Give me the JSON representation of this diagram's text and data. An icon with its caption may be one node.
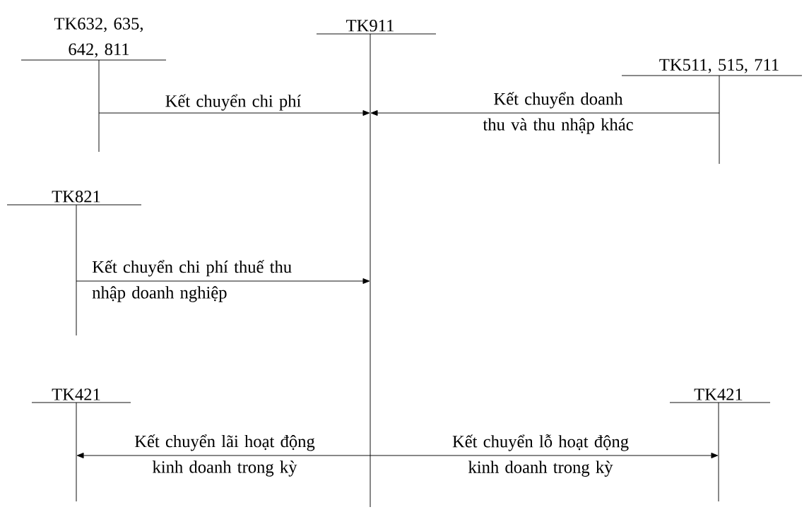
{
  "diagram": {
    "nodes": [
      {
        "text": [
          "TK632, 635, 642, 811"
        ]
      },
      {
        "text": [
          "TK911"
        ]
      },
      {
        "text": [
          "TK511, 515, 711"
        ]
      },
      {
        "text": [
          "TK821"
        ]
      },
      {
        "text": [
          "TK421"
        ]
      },
      {
        "text": [
          "TK421"
        ]
      }
    ],
    "edges": [
      {
        "from": 0,
        "to": 1,
        "arrow": "to",
        "label": "Kết chuyển chi phí"
      },
      {
        "from": 2,
        "to": 1,
        "arrow": "to",
        "label": "Kết chuyển doanh thu và thu nhập khác"
      },
      {
        "from": 3,
        "to": 1,
        "arrow": "to",
        "label": "Kết chuyển chi phí thuế thu nhập doanh nghiệp"
      },
      {
        "from": 1,
        "to": 4,
        "arrow": "to",
        "label": "Kết chuyển lãi hoạt động kinh doanh trong kỳ"
      },
      {
        "from": 1,
        "to": 5,
        "arrow": "to",
        "label": "Kết chuyển lỗ hoạt động kinh doanh trong kỳ"
      }
    ]
  }
}
